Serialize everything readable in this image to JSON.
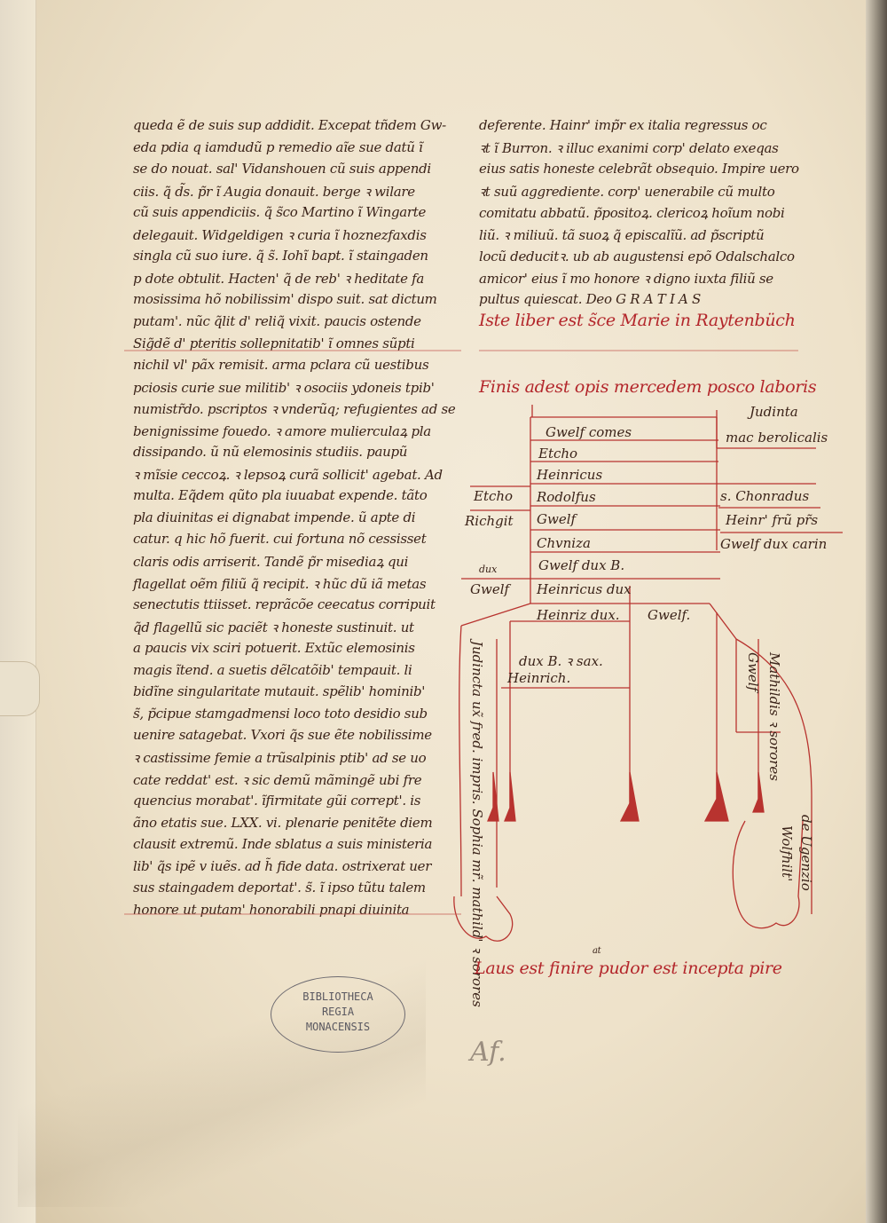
{
  "left_column": [
    "queda ẽ de suis sup addidit. Excepat tñdem Gw-",
    "eda pdia q iamdudũ p remedio aĩe sue datũ ĩ",
    "se do nouat. sal' Vidanshouen cũ suis appendi",
    "ciis. q̃ d̃s. p̃r ĩ Augia donauit. berge ꝛ wilare",
    "cũ suis appendiciis. q̃ s̃co Martino ĩ Wingarte",
    "delegauit. Widgeldigen ꝛ curia ĩ hoznezfaxdis",
    "singla cũ suo iure. q̃ s̃. Iohĩ bapt. ĩ staingaden",
    "p dote obtulit. Hacten' q̃ de reb' ꝛ heditate fa",
    "mosissima hõ nobilissim' dispo suit. sat dictum",
    "putam'. nũc q̃lit d' reliq̃ vixit. paucis ostende",
    "Sig̃dẽ d' pteritis sollepnitatib' ĩ omnes sũpti",
    "nichil vl' pãx remisit. arma pclara cũ uestibus",
    "pciosis curie sue militib' ꝛ osociis ydoneis tpib'",
    "numistr̃do. pscriptos ꝛ vnderũq; refugientes ad se",
    "benignissime fouedo. ꝛ amore mulierculaꝝ pla",
    "dissipando. ũ nũ elemosinis studiis. paupũ",
    "ꝛ mĩsie ceccoꝝ. ꝛ lepsoꝝ curã sollicit' agebat. Ad",
    "multa. Eq̃dem qũto pla iuuabat expende. tãto",
    "pla diuinitas ei dignabat impende. ũ apte di",
    "catur. q hic hõ fuerit. cui fortuna nõ cessisset",
    "claris odis arriserit. Tandẽ p̃r misediaꝝ qui",
    "flagellat oẽm filiũ q̃ recipit. ꝛ hũc dũ iã metas",
    "senectutis ttiisset. reprãcõe ceecatus corripuit",
    "q̃d flagellũ sic paciẽt ꝛ honeste sustinuit. ut",
    "a paucis vix sciri potuerit. Extũc elemosinis",
    "magis ĩtend. a suetis dẽlcatõib' tempauit. li",
    "bidĩne singularitate mutauit. spẽlib' hominib'",
    "s̃, p̃cipue stamgadmensi loco toto desidio sub",
    "uenire satagebat. Vxori q̃s sue ẽte nobilissime",
    "ꝛ castissime femie a trũsalpinis ptib' ad se uo",
    "cate reddat' est. ꝛ sic demũ mãmingẽ ubi fre",
    "quencius morabat'. ĩfirmitate gũi corrept'. is",
    "ãno etatis sue. LXX. vi. plenarie penitẽte diem",
    "clausit extremũ. Inde sblatus a suis ministeria",
    "lib' q̃s ipẽ v iuẽs. ad h̃ fide data. ostrixerat uer",
    "sus staingadem deportat'. s̃. ĩ ipso tũtu talem",
    "honore ut putam' honorabili pnapi diuinita"
  ],
  "right_column": [
    "deferente. Hainr' imp̃r ex italia regressus oc",
    "ꝛt ĩ Burron. ꝛ illuc exanimi corp' delato exeqas",
    "eius satis honeste celebrãt obsequio. Impire uero",
    "ꝛt suũ aggrediente. corp' uenerabile cũ multo",
    "comitatu abbatũ. p̃positoꝝ. clericoꝝ hoĩum nobi",
    "liũ. ꝛ miliuũ. tã suoꝝ q̃ episcalĩũ. ad p̃scriptũ",
    "locũ deducitꝛ. ub ab augustensi epõ Odalschalco",
    "amicor' eius ĩ mo honore ꝛ digno iuxta filiũ se",
    "pultus quiescat. Deo G R A T I A S"
  ],
  "ownership_line": "Iste liber est s̃ce Marie in Raytenbüch",
  "colophon_top": "Finis adest opis mercedem posco laboris",
  "colophon_bottom": "Laus est finire pudor est incepta pire",
  "colophon_bottom_interlinear": "at",
  "genealogy": {
    "main_column": [
      "Gwelf comes",
      "Etcho",
      "Heinricus",
      "Rodolfus",
      "Gwelf",
      "Chvniza",
      "Gwelf dux B.",
      "Heinricus dux"
    ],
    "bottom_left": "Heinriz dux.",
    "bottom_right": "Gwelf.",
    "left_side": [
      "Etcho",
      "Richgit",
      "Gwelf"
    ],
    "left_side_annot": "dux",
    "right_side": [
      "Judinta",
      "mac berolicalis",
      "s. Chonradus",
      "Heinr' frũ pr̃s",
      "Gwelf dux carin"
    ],
    "center_label_top": "dux B. ꝛ sax.",
    "center_label_bottom": "Heinrich.",
    "vertical_left": "Judincta ux̃ fred. impris. Sophia mr̃. mathild' ꝛ sorores",
    "vertical_right_1": "Gwelf",
    "vertical_right_2": "Mathildis ꝛ sorores",
    "vertical_right_3": "de Ugenzio",
    "vertical_right_4": "Wolfhilt'"
  },
  "stamp": {
    "line1": "BIBLIOTHECA",
    "line2": "REGIA",
    "line3": "MONACENSIS"
  },
  "pencil_mark": "Af.",
  "colors": {
    "ink": "#3a2218",
    "rubric": "#b3262b",
    "parchment": "#efe5d0"
  }
}
